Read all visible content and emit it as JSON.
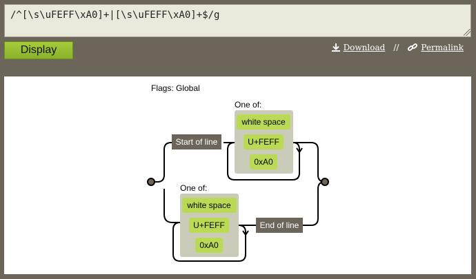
{
  "regex": {
    "value": "/^[\\s\\uFEFF\\xA0]+|[\\s\\uFEFF\\xA0]+$/g"
  },
  "toolbar": {
    "display_label": "Display",
    "download_label": "Download",
    "separator": "//",
    "permalink_label": "Permalink"
  },
  "diagram": {
    "flags": "Flags: Global",
    "branch1": {
      "one_of": "One of:",
      "start": "Start of line",
      "items": [
        "white space",
        "U+FEFF",
        "0xA0"
      ]
    },
    "branch2": {
      "one_of": "One of:",
      "end": "End of line",
      "items": [
        "white space",
        "U+FEFF",
        "0xA0"
      ]
    }
  },
  "colors": {
    "background": "#6b6659",
    "literal_green": "#bada55",
    "group_box": "#cbcbba",
    "anchor_box": "#6b6659"
  }
}
